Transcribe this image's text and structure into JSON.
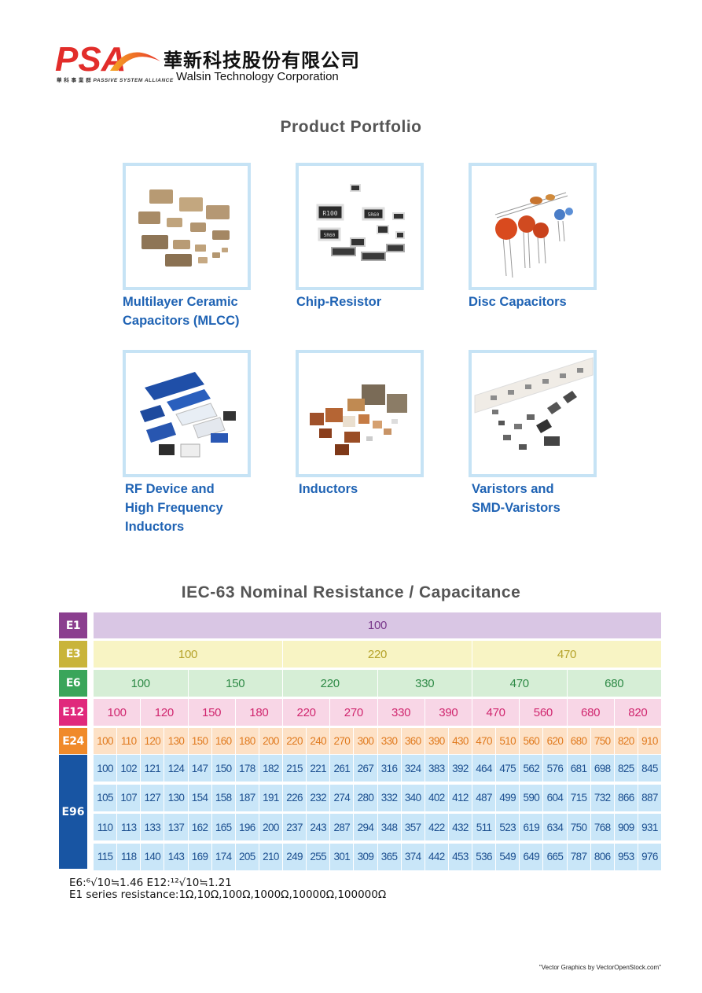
{
  "header": {
    "logo_text": "PSA",
    "logo_sub_cn": "華 科 事 業 群",
    "logo_sub_en": "PASSIVE SYSTEM ALLIANCE",
    "company_cn": "華新科技股份有限公司",
    "company_en": "Walsin Technology Corporation"
  },
  "portfolio": {
    "title": "Product Portfolio",
    "products": [
      {
        "line1": "Multilayer Ceramic",
        "line2": "Capacitors (MLCC)",
        "line3": ""
      },
      {
        "line1": "Chip-Resistor",
        "line2": "",
        "line3": ""
      },
      {
        "line1": "Disc Capacitors",
        "line2": "",
        "line3": ""
      },
      {
        "line1": "RF Device and",
        "line2": "High Frequency",
        "line3": "Inductors"
      },
      {
        "line1": "Inductors",
        "line2": "",
        "line3": ""
      },
      {
        "line1": "Varistors and",
        "line2": "SMD-Varistors",
        "line3": ""
      }
    ],
    "resistor_marks": [
      "R100",
      "5R60",
      "5R60"
    ]
  },
  "table": {
    "title": "IEC-63 Nominal Resistance / Capacitance",
    "colors": {
      "E1": "#8b3f8f",
      "E3": "#c9b43a",
      "E6": "#3aa55a",
      "E12": "#e0297c",
      "E24": "#f08a2a",
      "E96": "#1855a3"
    },
    "rows": [
      {
        "label": "E1",
        "values": [
          "100"
        ]
      },
      {
        "label": "E3",
        "values": [
          "100",
          "220",
          "470"
        ]
      },
      {
        "label": "E6",
        "values": [
          "100",
          "150",
          "220",
          "330",
          "470",
          "680"
        ]
      },
      {
        "label": "E12",
        "values": [
          "100",
          "120",
          "150",
          "180",
          "220",
          "270",
          "330",
          "390",
          "470",
          "560",
          "680",
          "820"
        ]
      },
      {
        "label": "E24",
        "values": [
          "100",
          "110",
          "120",
          "130",
          "150",
          "160",
          "180",
          "200",
          "220",
          "240",
          "270",
          "300",
          "330",
          "360",
          "390",
          "430",
          "470",
          "510",
          "560",
          "620",
          "680",
          "750",
          "820",
          "910"
        ]
      }
    ],
    "e96": {
      "label": "E96",
      "rows": [
        [
          "100",
          "102",
          "121",
          "124",
          "147",
          "150",
          "178",
          "182",
          "215",
          "221",
          "261",
          "267",
          "316",
          "324",
          "383",
          "392",
          "464",
          "475",
          "562",
          "576",
          "681",
          "698",
          "825",
          "845"
        ],
        [
          "105",
          "107",
          "127",
          "130",
          "154",
          "158",
          "187",
          "191",
          "226",
          "232",
          "274",
          "280",
          "332",
          "340",
          "402",
          "412",
          "487",
          "499",
          "590",
          "604",
          "715",
          "732",
          "866",
          "887"
        ],
        [
          "110",
          "113",
          "133",
          "137",
          "162",
          "165",
          "196",
          "200",
          "237",
          "243",
          "287",
          "294",
          "348",
          "357",
          "422",
          "432",
          "511",
          "523",
          "619",
          "634",
          "750",
          "768",
          "909",
          "931"
        ],
        [
          "115",
          "118",
          "140",
          "143",
          "169",
          "174",
          "205",
          "210",
          "249",
          "255",
          "301",
          "309",
          "365",
          "374",
          "442",
          "453",
          "536",
          "549",
          "649",
          "665",
          "787",
          "806",
          "953",
          "976"
        ]
      ]
    }
  },
  "notes": {
    "line1": "E6:⁶√10≒1.46    E12:¹²√10≒1.21",
    "line2": "E1  series resistance:1Ω,10Ω,100Ω,1000Ω,10000Ω,100000Ω"
  },
  "credit": "\"Vector Graphics by VectorOpenStock.com\""
}
